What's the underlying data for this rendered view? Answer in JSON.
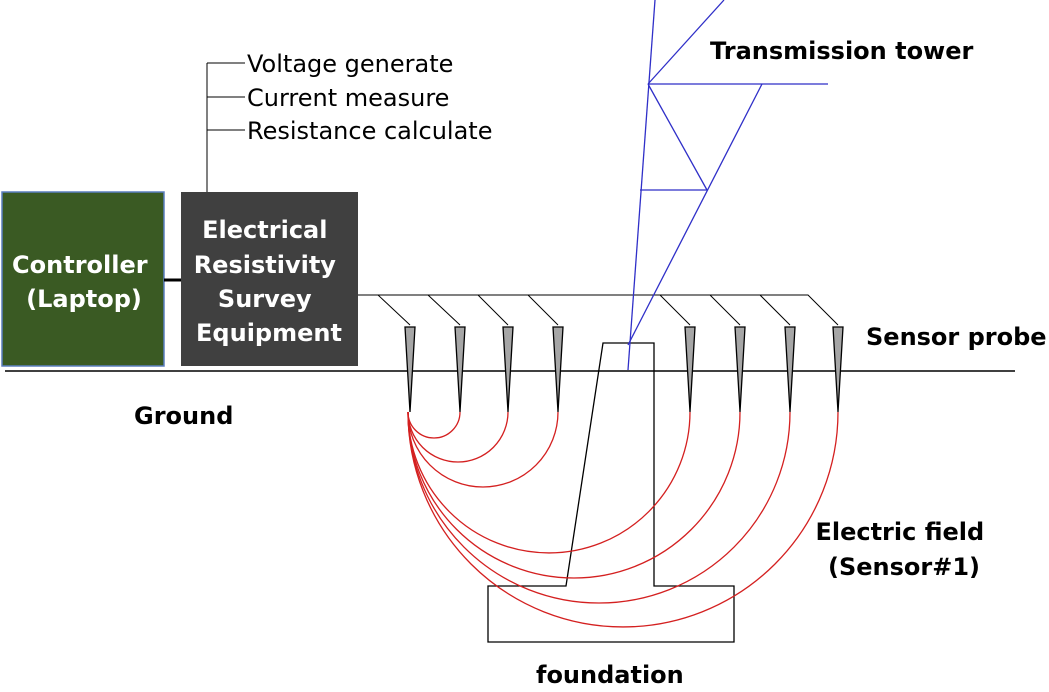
{
  "labels": {
    "controller": [
      "Controller",
      "(Laptop)"
    ],
    "equipment": [
      "Electrical",
      "Resistivity",
      "Survey",
      "Equipment"
    ],
    "functions": [
      "Voltage generate",
      "Current measure",
      "Resistance calculate"
    ],
    "transmission_tower": "Transmission tower",
    "sensor_probe": "Sensor probe",
    "ground": "Ground",
    "electric_field": [
      "Electric field",
      "(Sensor#1)"
    ],
    "foundation": "foundation"
  },
  "colors": {
    "controller_fill": "#3a5a23",
    "controller_border": "#5b7fbf",
    "equipment_fill": "#404040",
    "tower": "#2f2fc8",
    "field_lines": "#d42020",
    "probe_fill": "#a6a6a6"
  },
  "probe_count": 8,
  "field_line_count": 7
}
